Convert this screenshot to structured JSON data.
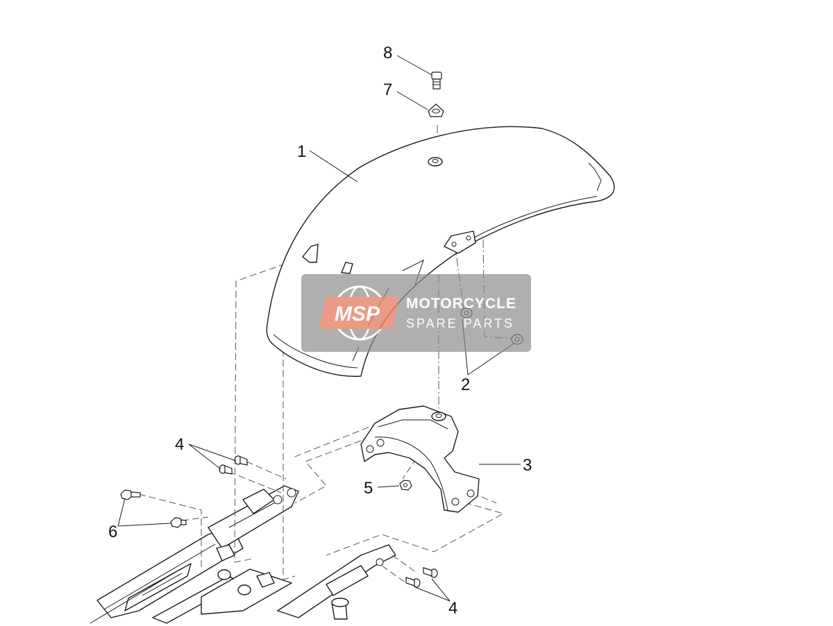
{
  "callouts": {
    "c1": "1",
    "c2": "2",
    "c3": "3",
    "c4a": "4",
    "c4b": "4",
    "c5": "5",
    "c6": "6",
    "c7": "7",
    "c8": "8"
  },
  "watermark": {
    "logo": "MSP",
    "line1": "MOTORCYCLE",
    "line2": "SPARE PARTS",
    "logo_color": "#e8846a",
    "panel_color": "#8c8c8c"
  }
}
